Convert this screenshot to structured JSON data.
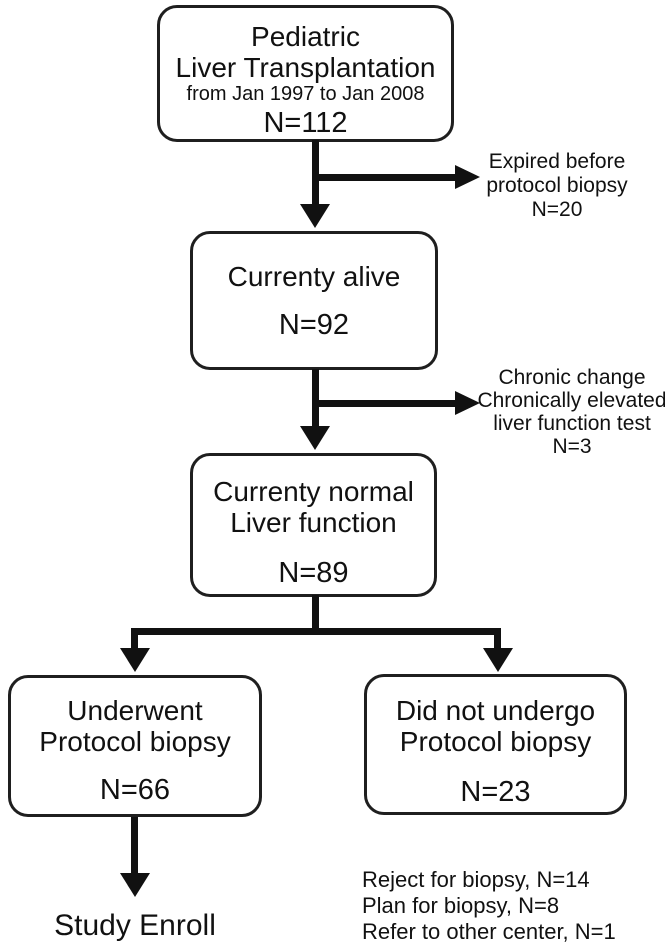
{
  "figure": {
    "colors": {
      "ink": "#111111",
      "box_border": "#1f1f1f",
      "background": "#ffffff"
    },
    "boxes": {
      "transplant": {
        "lines": [
          "Pediatric",
          "Liver Transplantation"
        ],
        "subline": "from Jan 1997 to Jan 2008",
        "n": "N=112"
      },
      "alive": {
        "lines": [
          "Currenty alive"
        ],
        "n": "N=92"
      },
      "normal": {
        "lines": [
          "Currenty normal",
          "Liver function"
        ],
        "n": "N=89"
      },
      "underwent": {
        "lines": [
          "Underwent",
          "Protocol biopsy"
        ],
        "n": "N=66"
      },
      "no_biopsy": {
        "lines": [
          "Did not undergo",
          "Protocol biopsy"
        ],
        "n": "N=23"
      }
    },
    "notes": {
      "expired": {
        "lines": [
          "Expired before",
          "protocol biopsy",
          "N=20"
        ]
      },
      "chronic": {
        "lines": [
          "Chronic change",
          "Chronically elevated",
          "liver function test",
          "N=3"
        ]
      },
      "breakdown": {
        "lines": [
          "Reject for biopsy, N=14",
          "Plan for biopsy, N=8",
          "Refer to other center, N=1"
        ]
      },
      "study_enroll": "Study Enroll"
    }
  }
}
